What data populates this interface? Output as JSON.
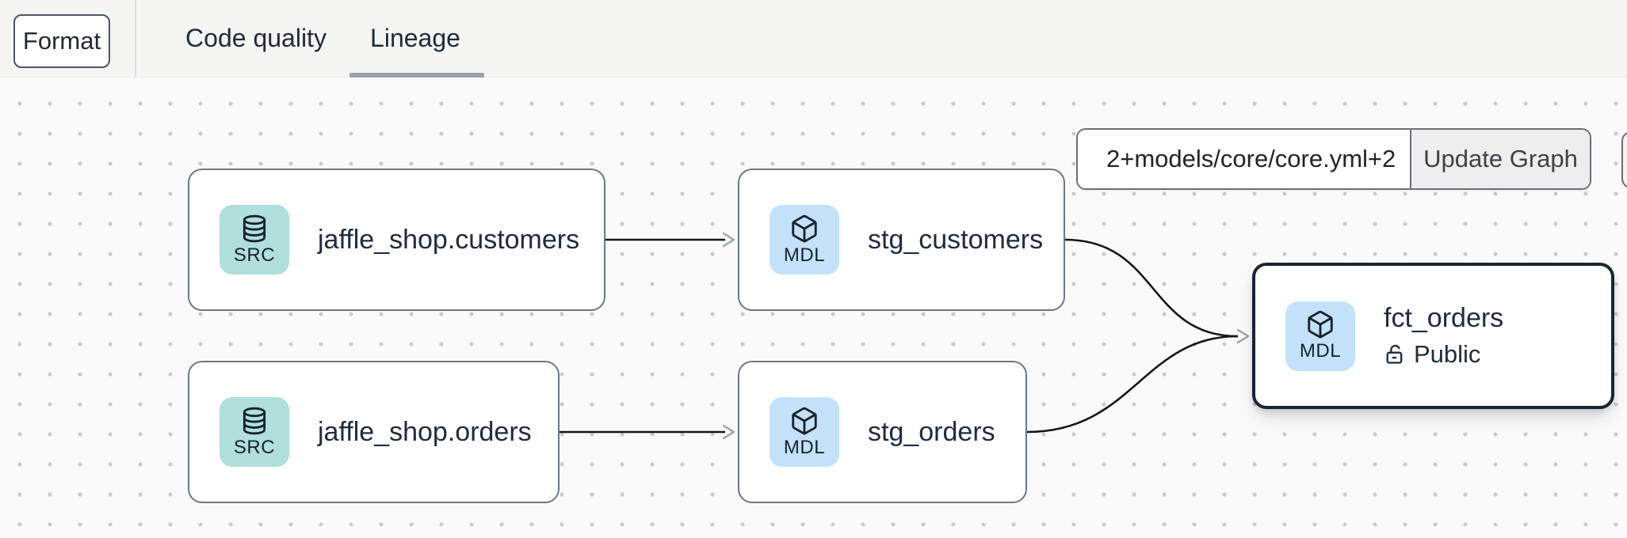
{
  "toolbar": {
    "format_label": "Format"
  },
  "tabs": {
    "code_quality": "Code quality",
    "lineage": "Lineage",
    "active": "Lineage"
  },
  "selector": {
    "value": "2+models/core/core.yml+2",
    "update_button_label": "Update Graph"
  },
  "graph": {
    "nodes": [
      {
        "id": "source.jaffle_shop.customers",
        "title": "jaffle_shop.customers",
        "badge": "SRC",
        "kind": "source",
        "selected": false
      },
      {
        "id": "model.stg_customers",
        "title": "stg_customers",
        "badge": "MDL",
        "kind": "model",
        "selected": false
      },
      {
        "id": "source.jaffle_shop.orders",
        "title": "jaffle_shop.orders",
        "badge": "SRC",
        "kind": "source",
        "selected": false
      },
      {
        "id": "model.stg_orders",
        "title": "stg_orders",
        "badge": "MDL",
        "kind": "model",
        "selected": false
      },
      {
        "id": "model.fct_orders",
        "title": "fct_orders",
        "badge": "MDL",
        "kind": "model",
        "subtitle": "Public",
        "selected": true
      }
    ],
    "edges": [
      {
        "from": "source.jaffle_shop.customers",
        "to": "model.stg_customers"
      },
      {
        "from": "source.jaffle_shop.orders",
        "to": "model.stg_orders"
      },
      {
        "from": "model.stg_customers",
        "to": "model.fct_orders"
      },
      {
        "from": "model.stg_orders",
        "to": "model.fct_orders"
      }
    ]
  },
  "icons": {
    "source_badge": "database-icon",
    "model_badge": "cube-icon",
    "public_visibility": "unlock-icon",
    "edge_marker": "arrowhead-icon"
  },
  "colors": {
    "header_bg": "#f5f5f4",
    "canvas_bg": "#fafafa",
    "dot": "#c9c9ce",
    "node_border": "#6e7681",
    "selected_node_border": "#1b2430",
    "node_text": "#202c3d",
    "source_badge_bg": "#b1dfdb",
    "model_badge_bg": "#c3e2fa",
    "badge_text": "#16222e",
    "edge": "#161616",
    "arrowhead": "#94a3b8",
    "tab_underline": "#9aa1ac",
    "control_border": "#6b6f76",
    "button_bg": "#eeeeef",
    "text_primary": "#24292f"
  }
}
